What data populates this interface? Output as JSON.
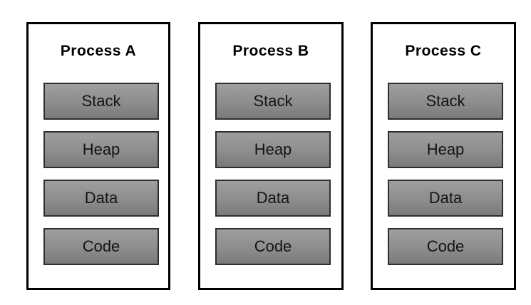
{
  "diagram": {
    "description": "Process memory layout diagram with three processes",
    "processes": [
      {
        "title": "Process A",
        "segments": [
          "Stack",
          "Heap",
          "Data",
          "Code"
        ]
      },
      {
        "title": "Process B",
        "segments": [
          "Stack",
          "Heap",
          "Data",
          "Code"
        ]
      },
      {
        "title": "Process C",
        "segments": [
          "Stack",
          "Heap",
          "Data",
          "Code"
        ]
      }
    ],
    "colors": {
      "background": "#ffffff",
      "card_fill": "#ffffff",
      "card_border": "#000000",
      "segment_gradient_top": "#9e9e9e",
      "segment_gradient_bottom": "#7a7a7a",
      "segment_border": "#2e2e2e",
      "text": "#000000"
    }
  }
}
